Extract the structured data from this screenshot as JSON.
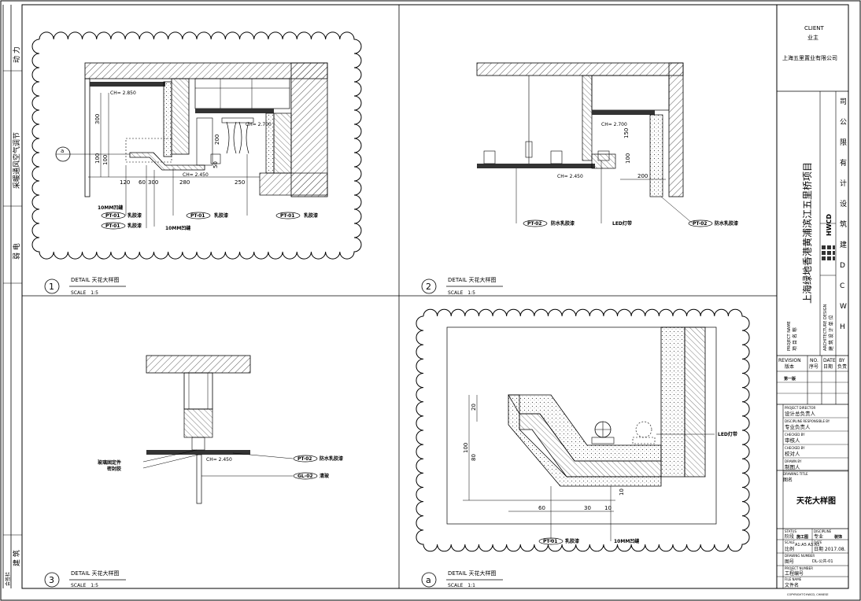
{
  "left_strip": {
    "top": "动 力",
    "hvac": "采暖通风空气调节",
    "elec": "弱 电",
    "arch": "建 筑",
    "sign": "会签栏"
  },
  "details": [
    {
      "num": "1",
      "title": "DETAIL 天花大样图",
      "scale": "SCALE　1:5"
    },
    {
      "num": "2",
      "title": "DETAIL 天花大样图",
      "scale": "SCALE　1:5"
    },
    {
      "num": "3",
      "title": "DETAIL 天花大样图",
      "scale": "SCALE　1:5"
    },
    {
      "num": "a",
      "title": "DETAIL 天花大样图",
      "scale": "SCALE　1:1"
    }
  ],
  "d1": {
    "ch1": "CH= 2.850",
    "ch2": "CH= 2.700",
    "ch3": "CH= 2.450",
    "dims_v": [
      "300",
      "100",
      "100",
      "200",
      "50"
    ],
    "dims_h": [
      "120",
      "60",
      "300",
      "280",
      "250"
    ],
    "sect": "a",
    "labels": [
      "10MM凹缝",
      "PT-01",
      "乳胶漆",
      "PT-01",
      "乳胶漆",
      "10MM凹缝",
      "PT-01",
      "乳胶漆",
      "PT-01",
      "乳胶漆"
    ]
  },
  "d2": {
    "ch1": "CH= 2.700",
    "ch2": "CH= 2.450",
    "dims": [
      "150",
      "100",
      "200"
    ],
    "labels": [
      "PT-02",
      "防水乳胶漆",
      "LED灯带",
      "PT-02",
      "防水乳胶漆"
    ]
  },
  "d3": {
    "ch": "CH= 2.450",
    "labels": [
      "玻璃固定件",
      "密封胶",
      "PT-02",
      "防水乳胶漆",
      "GL-02",
      "清玻"
    ]
  },
  "da": {
    "dims_v": [
      "20",
      "80",
      "100"
    ],
    "dims_h": [
      "60",
      "30",
      "10"
    ],
    "dim_side": "10",
    "labels": [
      "LED灯带",
      "PT-01",
      "乳胶漆",
      "10MM凹缝"
    ]
  },
  "title_block": {
    "client_en": "CLIENT",
    "client_cn": "业主",
    "client_name": "上海五里置业有限公司",
    "project": "上海绿地香港黄浦滨江五里桥项目",
    "firm_logo": "HWCD",
    "firm": "HWCD建筑设计有限公司",
    "firm_chars": [
      "司",
      "公",
      "限",
      "有",
      "计",
      "设",
      "筑",
      "建",
      "D",
      "C",
      "W",
      "H"
    ],
    "project_name_label": "PROJECT NAME",
    "project_name_cn": "项 目 名 称",
    "arch_label": "ARCHITECTURE DESIGN",
    "arch_cn": "建 筑 设 计 单 位",
    "revision": "REVISION",
    "revision_cn": "版本",
    "no": "NO.",
    "no_cn": "序号",
    "date": "DATE",
    "date_cn": "日期",
    "by": "BY",
    "by_cn": "负责",
    "rev1": "第一版",
    "rows": [
      {
        "en": "PROJECT DIRECTOR",
        "cn": "设计总负责人"
      },
      {
        "en": "DISCIPLINE RESPONSIBLE BY",
        "cn": "专业负责人"
      },
      {
        "en": "CHECKED BY",
        "cn": "审核人"
      },
      {
        "en": "CHECKED BY",
        "cn": "校对人"
      },
      {
        "en": "DRAWN BY",
        "cn": "制图人"
      }
    ],
    "drawing_title_label": "DRAWING TITLE",
    "drawing_title_cn": "图名",
    "drawing_title": "天花大样图",
    "status_label": "STATUS",
    "status_cn": "阶段",
    "status": "施工图",
    "discipline_label": "DISCIPLINE",
    "discipline_cn": "专业",
    "discipline": "装饰",
    "scale_label": "SCALE",
    "scale_cn": "比例",
    "scale": "A1:A5  A3:A5",
    "date_label": "DATE",
    "date_value": "日期 2017.08.",
    "drawing_no_label": "DRAWING NUMBER",
    "drawing_no_cn": "图号",
    "drawing_no": "DL-公共-01",
    "project_no_label": "PROJECT NUMBER",
    "project_no_cn": "工程编号",
    "file_label": "FILE NAME",
    "file_cn": "文件名",
    "copyright": "COPYRIGHT©HWCD, CHINESE"
  }
}
